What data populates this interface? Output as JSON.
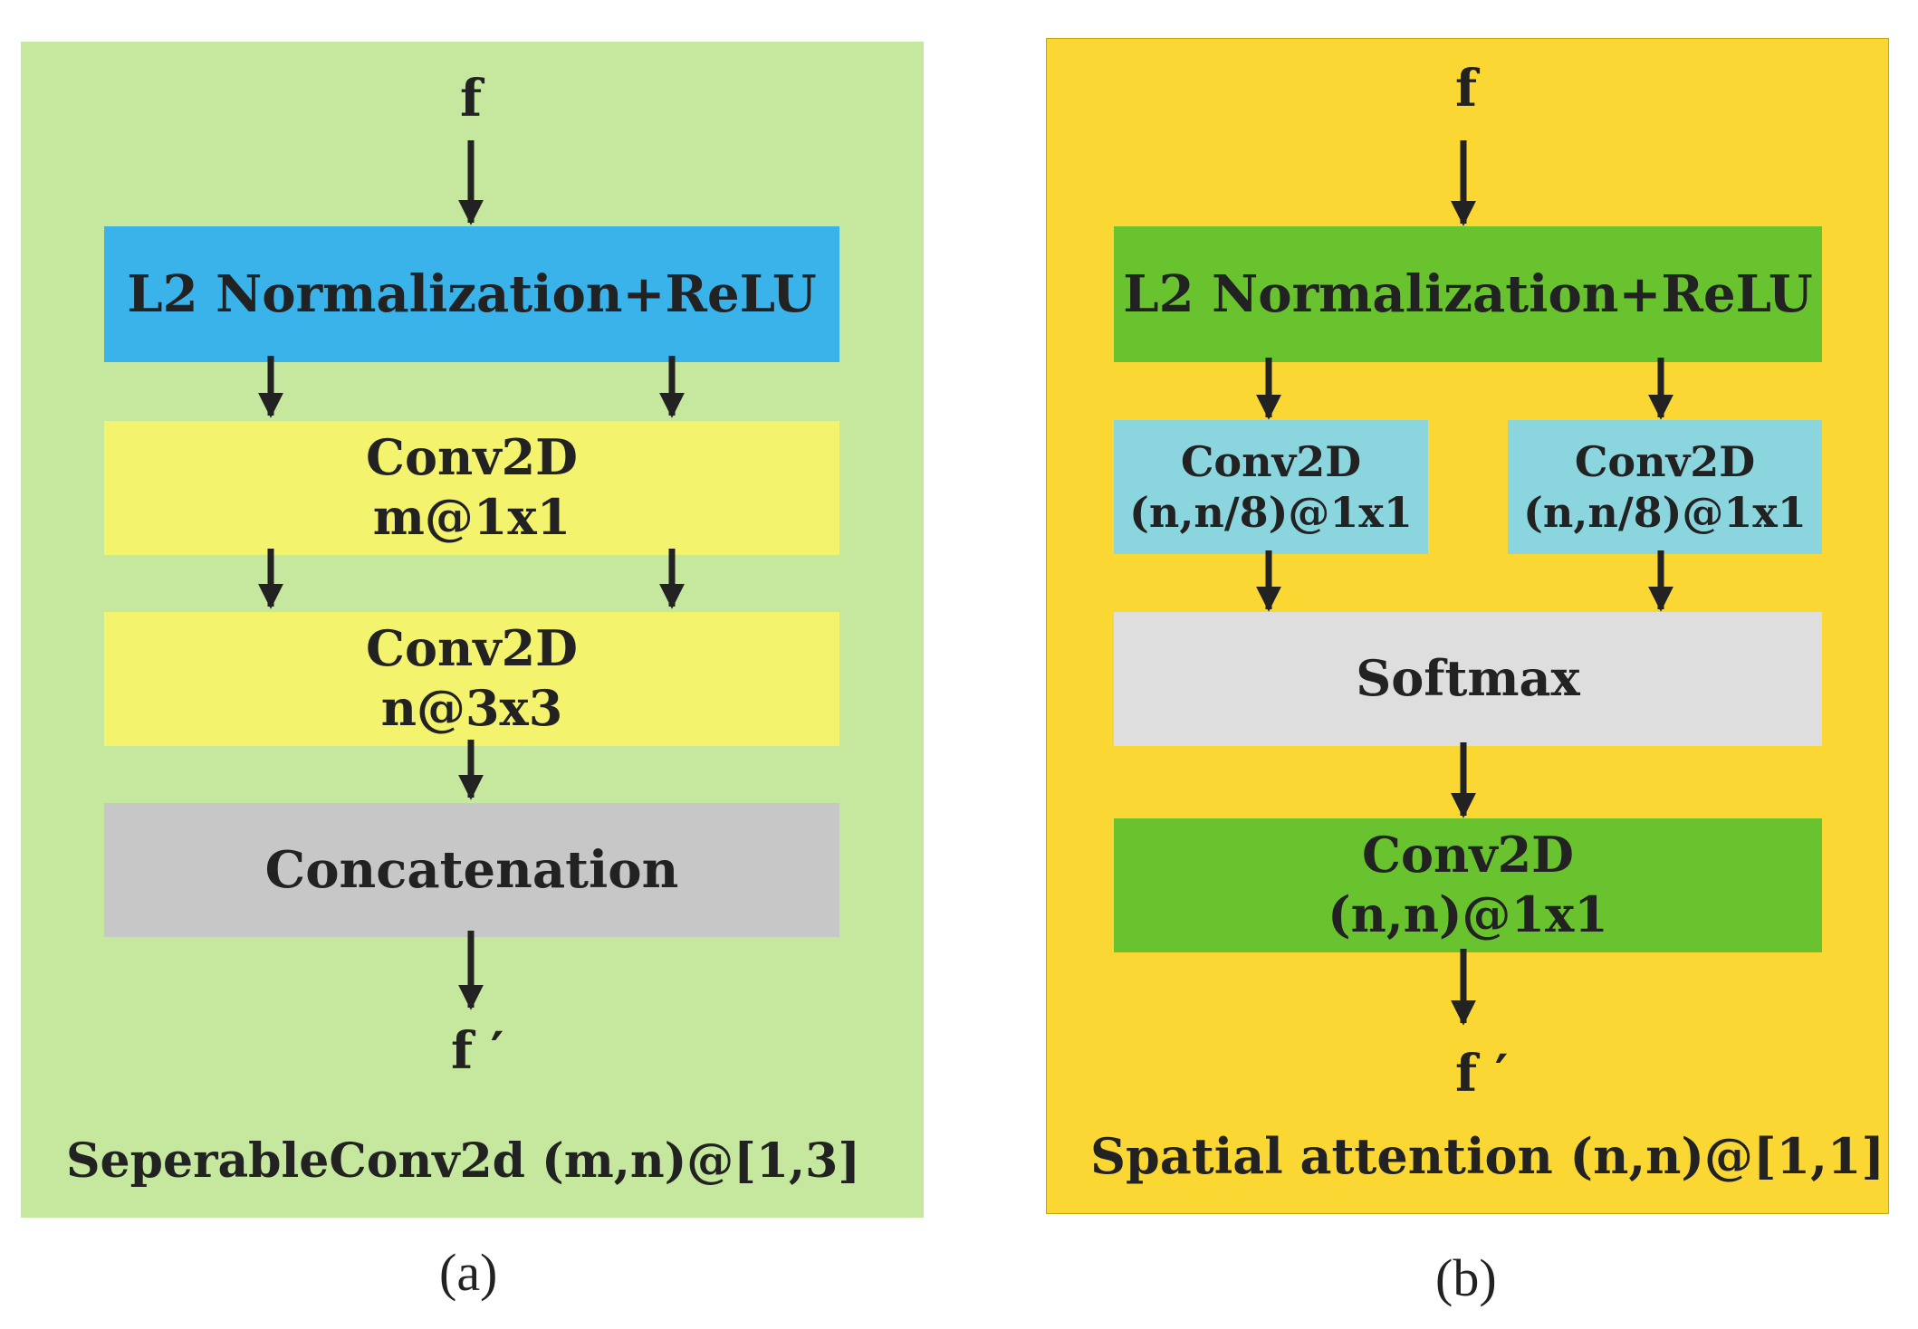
{
  "colors": {
    "panel_a_bg": "#c5e79e",
    "panel_b_bg": "#fbd733",
    "norm_blue": "#3ab2ea",
    "conv_yellow": "#f4f36e",
    "concat_gray": "#c7c7c7",
    "norm_green": "#69c32f",
    "conv_cyan": "#8ad5de",
    "softmax_gray": "#dedede",
    "arrow": "#222222"
  },
  "panel_a": {
    "input": "f",
    "norm": "L2 Normalization+ReLU",
    "conv1": {
      "line1": "Conv2D",
      "line2": "m@1x1"
    },
    "conv2": {
      "line1": "Conv2D",
      "line2": "n@3x3"
    },
    "concat": "Concatenation",
    "output": "f ′",
    "title": "SeperableConv2d (m,n)@[1,3]",
    "caption": "(a)"
  },
  "panel_b": {
    "input": "f",
    "norm": "L2 Normalization+ReLU",
    "conv_left": {
      "line1": "Conv2D",
      "line2": "(n,n/8)@1x1"
    },
    "conv_right": {
      "line1": "Conv2D",
      "line2": "(n,n/8)@1x1"
    },
    "softmax": "Softmax",
    "conv_out": {
      "line1": "Conv2D",
      "line2": "(n,n)@1x1"
    },
    "output": "f ′",
    "title": "Spatial attention (n,n)@[1,1]",
    "caption": "(b)"
  }
}
